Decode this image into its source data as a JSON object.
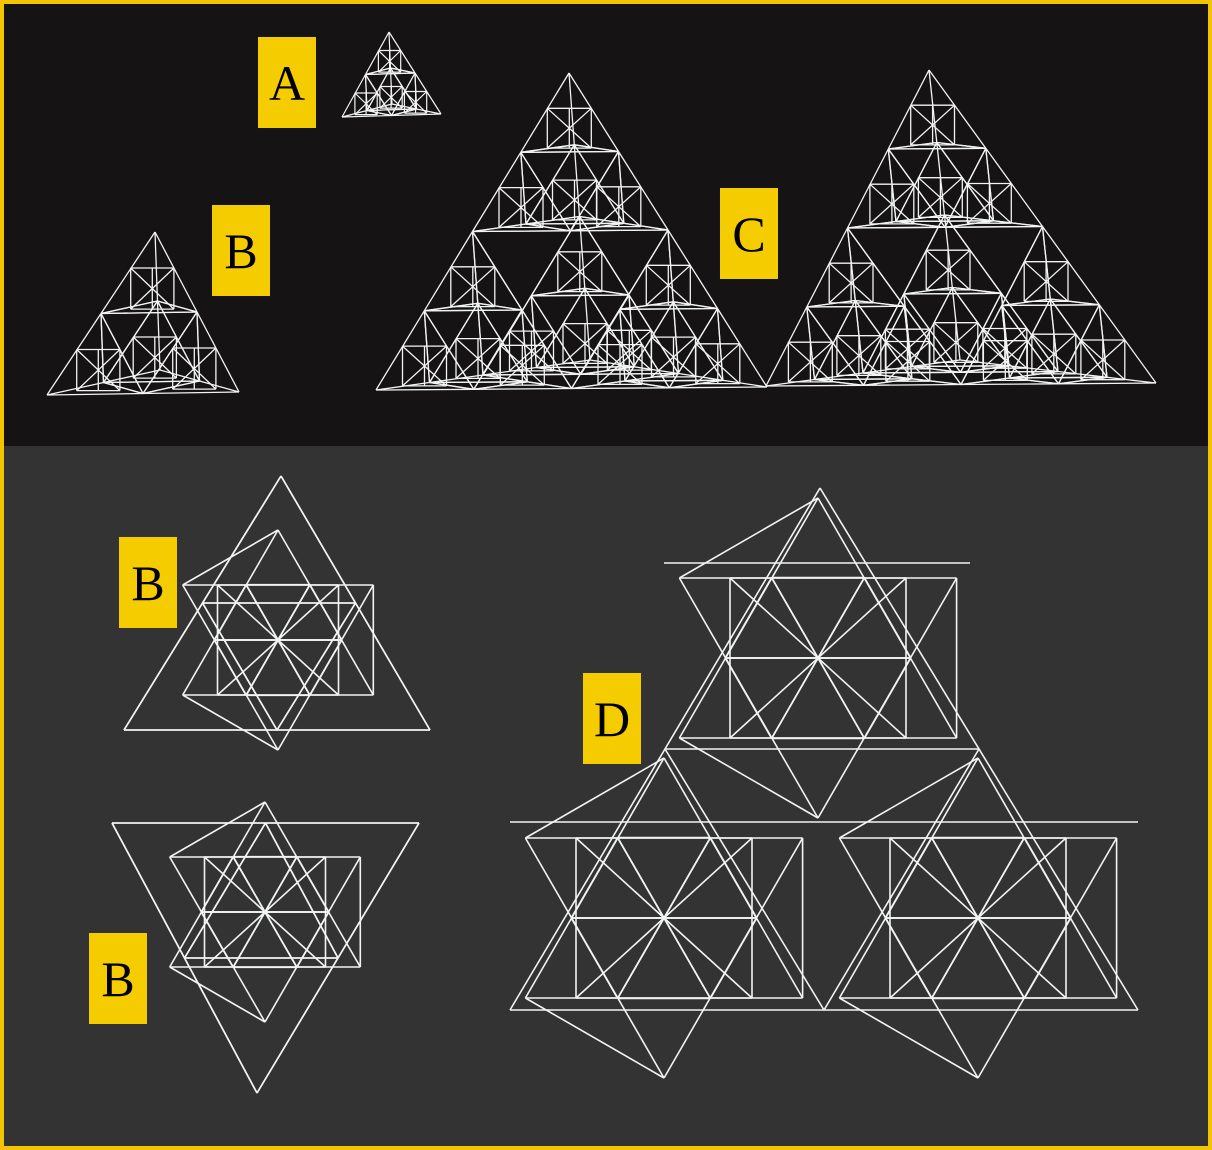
{
  "labels": {
    "a": "A",
    "b_top": "B",
    "c": "C",
    "b_upper": "B",
    "b_lower": "B",
    "d": "D"
  },
  "colors": {
    "frame": "#f1c600",
    "label_background": "#f4cc00",
    "top_background": "#161314",
    "bottom_background": "#343333",
    "wire": "#f2f4f4"
  },
  "figures": [
    {
      "label": "A",
      "kind": "tetrahedron-wireframe",
      "level": 1
    },
    {
      "label": "B",
      "kind": "tetrahedron-wireframe",
      "level": 2
    },
    {
      "label": "C",
      "kind": "tetrahedron-wireframe",
      "level": 3
    },
    {
      "label": "B",
      "kind": "tetrahedron-wireframe",
      "view": "rotated"
    },
    {
      "label": "B",
      "kind": "tetrahedron-wireframe",
      "view": "inverted"
    },
    {
      "label": "D",
      "kind": "star-tetrahedron-fractal"
    }
  ]
}
